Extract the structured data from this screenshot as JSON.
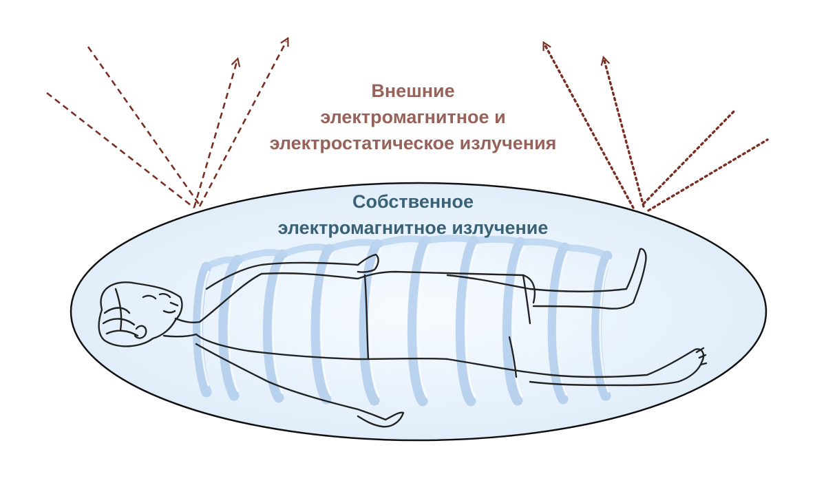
{
  "external_radiation": {
    "lines": [
      "Внешние",
      "электромагнитное и",
      "электростатическое излучения"
    ],
    "color": "#96625a"
  },
  "own_radiation": {
    "lines": [
      "Собственное",
      "электромагнитное излучение"
    ],
    "color": "#3a6277"
  },
  "colors": {
    "field_ellipse": "#e9f2fb",
    "ellipse_outline": "#111111",
    "coil": "#9fc1e6",
    "arrows": "#7a2e22",
    "body_outline": "#222222"
  }
}
